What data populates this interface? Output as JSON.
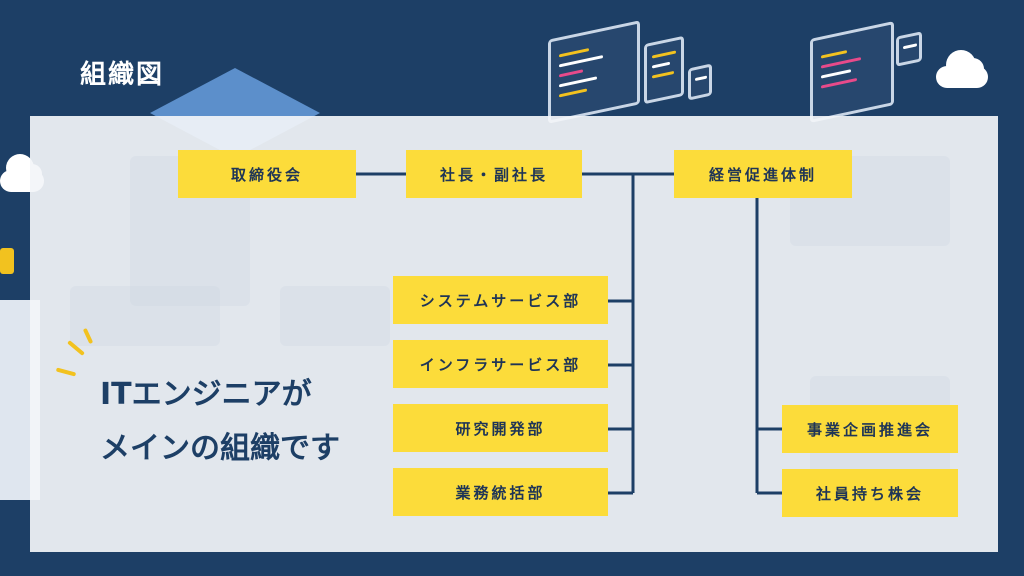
{
  "page_title": "組織図",
  "tagline": {
    "line1": "ITエンジニアが",
    "line2": "メインの組織です"
  },
  "org_chart": {
    "board": "取締役会",
    "president": "社長・副社長",
    "management": "経営促進体制",
    "departments": [
      "システムサービス部",
      "インフラサービス部",
      "研究開発部",
      "業務統括部"
    ],
    "committees": [
      "事業企画推進会",
      "社員持ち株会"
    ]
  },
  "colors": {
    "background": "#1d3f66",
    "box_fill": "#fcdc3a",
    "connector": "#1d3f66",
    "accent": "#f2c21f"
  }
}
